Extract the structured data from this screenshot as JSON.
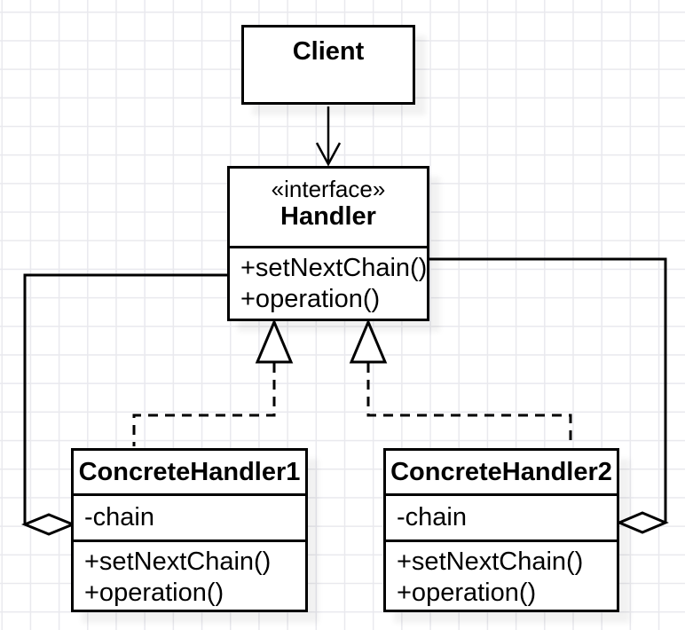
{
  "diagram": {
    "type": "uml-class-diagram",
    "classes": {
      "client": {
        "title": "Client"
      },
      "handler": {
        "stereotype": "«interface»",
        "name": "Handler",
        "methods": [
          "+setNextChain()",
          "+operation()"
        ]
      },
      "concrete_handler_1": {
        "name": "ConcreteHandler1",
        "attributes": [
          "-chain"
        ],
        "methods": [
          "+setNextChain()",
          "+operation()"
        ]
      },
      "concrete_handler_2": {
        "name": "ConcreteHandler2",
        "attributes": [
          "-chain"
        ],
        "methods": [
          "+setNextChain()",
          "+operation()"
        ]
      }
    },
    "relationships": [
      {
        "from": "Client",
        "to": "Handler",
        "type": "directed-association",
        "line": "solid",
        "marker": "open-arrow"
      },
      {
        "from": "ConcreteHandler1",
        "to": "Handler",
        "type": "realization",
        "line": "dashed",
        "marker": "hollow-triangle"
      },
      {
        "from": "ConcreteHandler2",
        "to": "Handler",
        "type": "realization",
        "line": "dashed",
        "marker": "hollow-triangle"
      },
      {
        "from": "ConcreteHandler1",
        "to": "Handler",
        "type": "aggregation",
        "line": "solid",
        "marker": "hollow-diamond"
      },
      {
        "from": "ConcreteHandler2",
        "to": "Handler",
        "type": "aggregation",
        "line": "solid",
        "marker": "hollow-diamond"
      }
    ],
    "colors": {
      "stroke": "#000000",
      "shape_fill": "#ffffff",
      "text": "#000000",
      "grid_line": "#e9e9ee",
      "background": "#ffffff",
      "shadow": "#f0f0f0"
    }
  }
}
